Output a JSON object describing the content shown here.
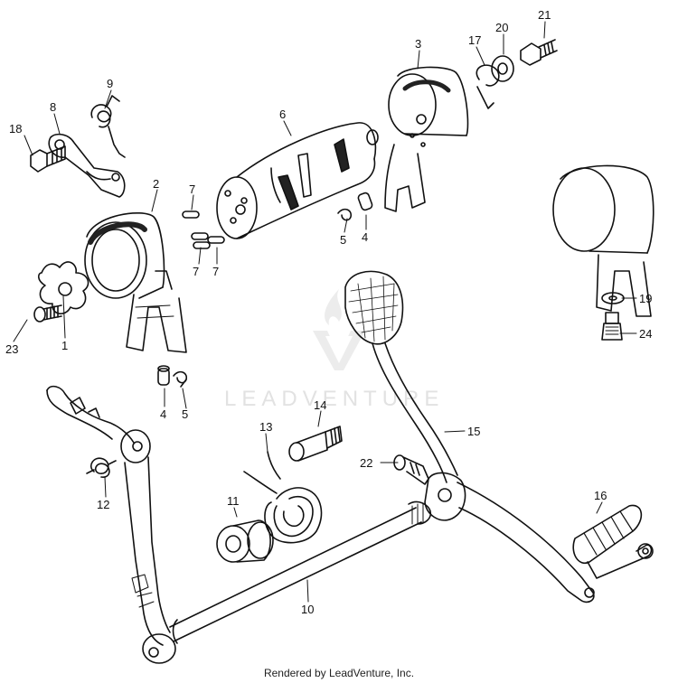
{
  "diagram": {
    "callouts": [
      {
        "id": "c1",
        "text": "1"
      },
      {
        "id": "c2",
        "text": "2"
      },
      {
        "id": "c3",
        "text": "3"
      },
      {
        "id": "c4a",
        "text": "4"
      },
      {
        "id": "c4b",
        "text": "4"
      },
      {
        "id": "c5a",
        "text": "5"
      },
      {
        "id": "c5b",
        "text": "5"
      },
      {
        "id": "c6",
        "text": "6"
      },
      {
        "id": "c7a",
        "text": "7"
      },
      {
        "id": "c7b",
        "text": "7"
      },
      {
        "id": "c7c",
        "text": "7"
      },
      {
        "id": "c8",
        "text": "8"
      },
      {
        "id": "c9",
        "text": "9"
      },
      {
        "id": "c10",
        "text": "10"
      },
      {
        "id": "c11",
        "text": "11"
      },
      {
        "id": "c12",
        "text": "12"
      },
      {
        "id": "c13",
        "text": "13"
      },
      {
        "id": "c14",
        "text": "14"
      },
      {
        "id": "c15",
        "text": "15"
      },
      {
        "id": "c16",
        "text": "16"
      },
      {
        "id": "c17",
        "text": "17"
      },
      {
        "id": "c18",
        "text": "18"
      },
      {
        "id": "c19",
        "text": "19"
      },
      {
        "id": "c20",
        "text": "20"
      },
      {
        "id": "c21",
        "text": "21"
      },
      {
        "id": "c22",
        "text": "22"
      },
      {
        "id": "c23",
        "text": "23"
      },
      {
        "id": "c24",
        "text": "24"
      }
    ]
  },
  "watermark": {
    "text": "LEADVENTURE"
  },
  "footer": {
    "text": "Rendered by LeadVenture, Inc."
  },
  "colors": {
    "line": "#111111",
    "watermark": "#e2e2e2",
    "background": "#ffffff"
  }
}
